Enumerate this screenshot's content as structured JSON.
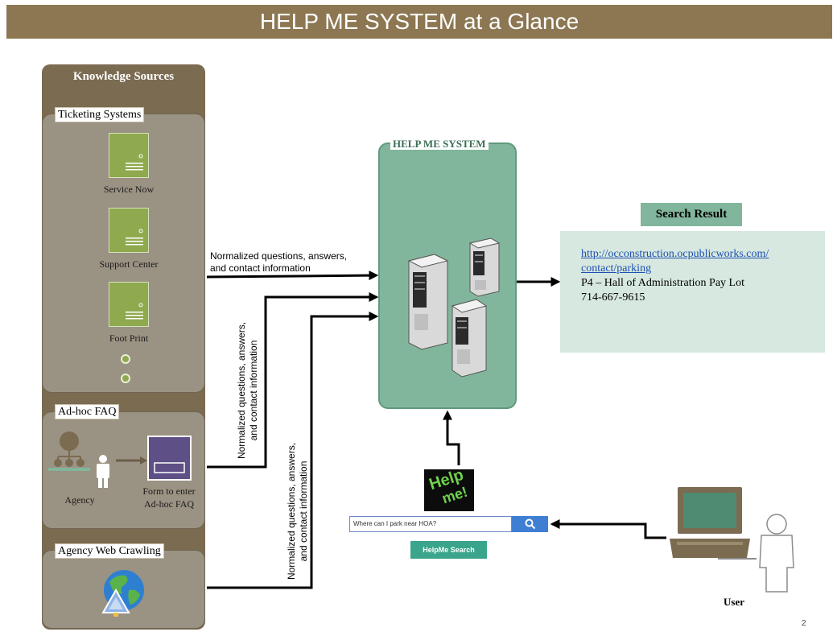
{
  "title": "HELP ME SYSTEM at a Glance",
  "knowledge_sources": {
    "header": "Knowledge Sources",
    "ticketing": {
      "label": "Ticketing Systems",
      "items": [
        "Service Now",
        "Support Center",
        "Foot Print"
      ]
    },
    "adhoc": {
      "label": "Ad-hoc FAQ",
      "agency": "Agency",
      "form_line1": "Form to enter",
      "form_line2": "Ad-hoc FAQ"
    },
    "crawling": {
      "label": "Agency Web Crawling"
    }
  },
  "flows": {
    "top_line1": "Normalized questions, answers,",
    "top_line2": "and contact information",
    "v1_line1": "Normalized questions, answers,",
    "v1_line2": "and contact information",
    "v2_line1": "Normalized questions, answers,",
    "v2_line2": "and contact information"
  },
  "help_me_system": {
    "label": "HELP ME SYSTEM"
  },
  "search_result": {
    "label": "Search Result",
    "link_line1": "http://occonstruction.ocpublicworks.com/",
    "link_line2": "contact/parking",
    "line3": "P4 – Hall of Administration Pay Lot",
    "line4": "714-667-9615"
  },
  "search_ui": {
    "logo_line1": "Help",
    "logo_line2": "me!",
    "query": "Where can I park near HOA?",
    "button": "HelpMe  Search"
  },
  "user_label": "User",
  "page_number": "2",
  "colors": {
    "title_bar": "#8c7752",
    "sources_frame": "#7b6b51",
    "panel": "#9a9282",
    "server_green": "#8fa94e",
    "system_box": "#82b69c",
    "result_box": "#d6e8df",
    "link": "#1f4fb4"
  }
}
